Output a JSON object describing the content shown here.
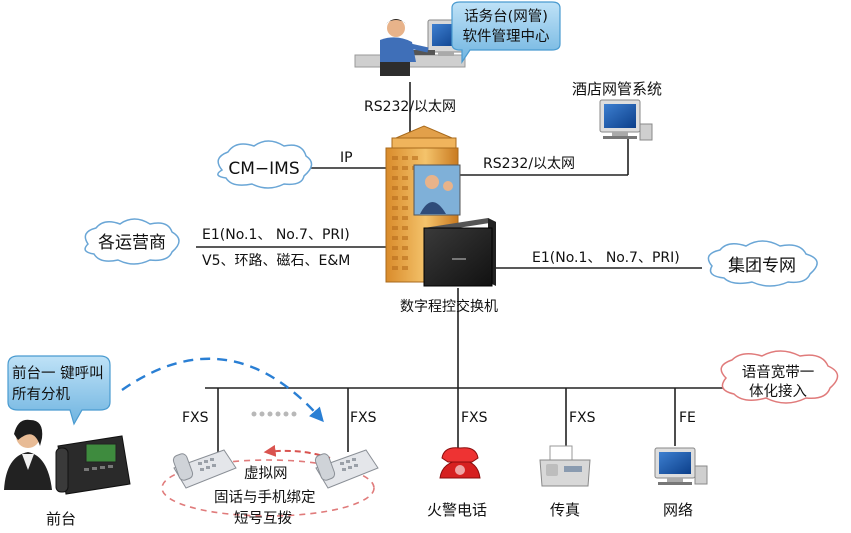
{
  "diagram": {
    "console_title": "话务台(网管)",
    "console_subtitle": "软件管理中心",
    "link_top": "RS232/以太网",
    "hotel_mgmt": "酒店网管系统",
    "link_hotel": "RS232/以太网",
    "cloud_cmims": "CM−IMS",
    "link_ip": "IP",
    "cloud_carriers": "各运营商",
    "link_carriers_1": "E1(No.1、 No.7、PRI)",
    "link_carriers_2": "V5、环路、磁石、E&M",
    "cloud_private": "集团专网",
    "link_private": "E1(No.1、 No.7、PRI)",
    "pbx": "数字程控交换机",
    "bubble_line1": "前台一 键呼叫",
    "bubble_line2": "所有分机",
    "cloud_broadband_1": "语音宽带一",
    "cloud_broadband_2": "体化接入",
    "port_fxs": "FXS",
    "port_fe": "FE",
    "virtual_net": "虚拟网",
    "binding_1": "固话与手机绑定",
    "binding_2": "短号互拨",
    "front_desk": "前台",
    "fire_phone": "火警电话",
    "fax": "传真",
    "network": "网络"
  }
}
